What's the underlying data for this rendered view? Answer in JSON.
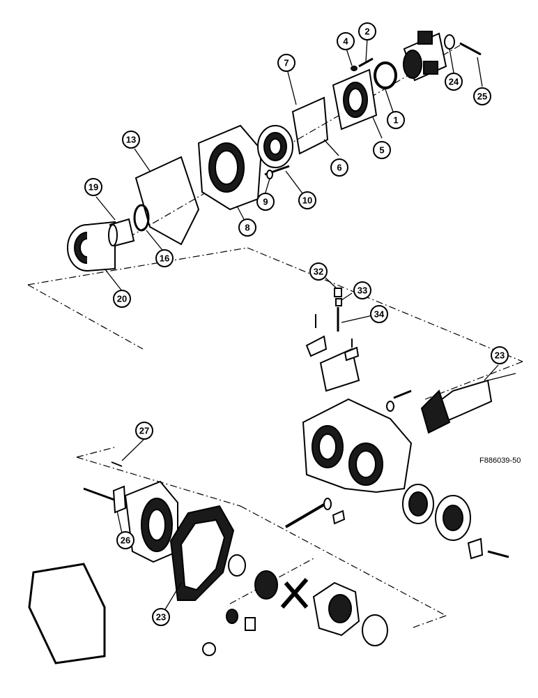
{
  "figure_id": "F886039-50",
  "callouts": [
    "1",
    "2",
    "4",
    "5",
    "6",
    "7",
    "8",
    "9",
    "10",
    "13",
    "16",
    "19",
    "20",
    "23",
    "23",
    "24",
    "25",
    "26",
    "27",
    "32",
    "33",
    "34"
  ],
  "colors": {
    "ink": "#000000",
    "paper": "#ffffff"
  }
}
